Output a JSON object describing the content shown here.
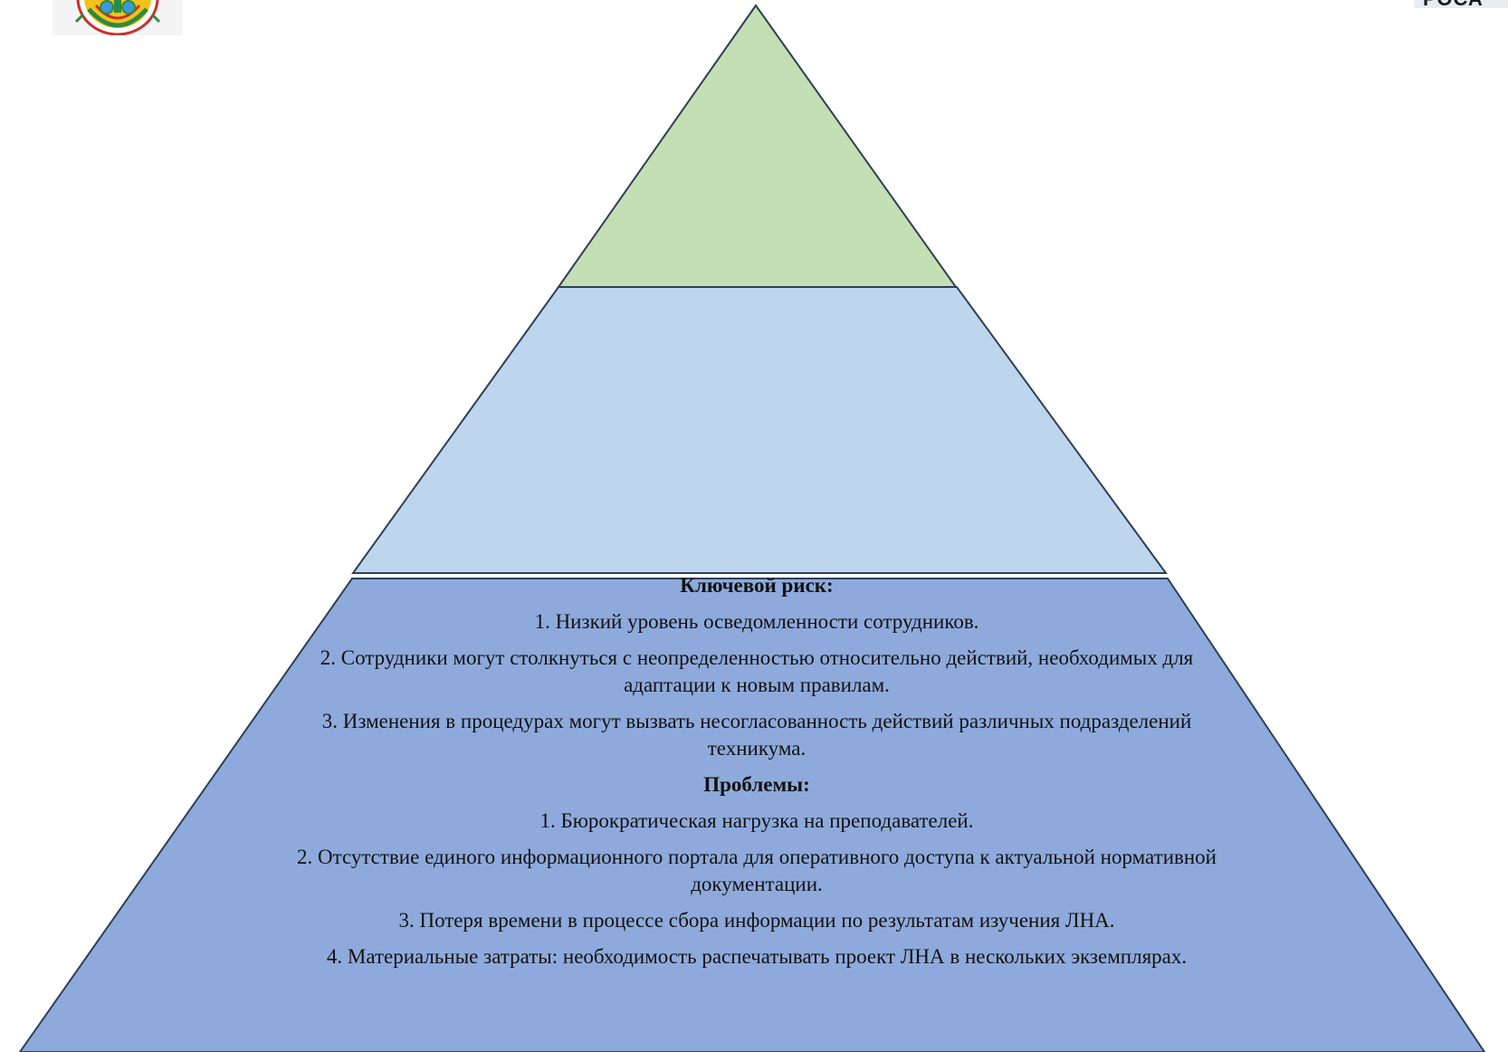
{
  "badge": {
    "text": "РОСА"
  },
  "pyramid": {
    "colors": {
      "top": "#c4dfb3",
      "middle": "#bdd6ee",
      "bottom": "#8eaadc",
      "stroke": "#2e3f55"
    },
    "top_tier": {},
    "middle_tier": {},
    "bottom_tier": {
      "risk_heading": "Ключевой риск:",
      "risks": [
        "1. Низкий уровень осведомленности сотрудников.",
        "2. Сотрудники могут столкнуться с неопределенностью относительно действий, необходимых для адаптации к новым правилам.",
        "3. Изменения в процедурах могут вызвать несогласованность действий различных подразделений техникума."
      ],
      "problems_heading": "Проблемы:",
      "problems": [
        "1. Бюрократическая нагрузка на преподавателей.",
        "2. Отсутствие единого информационного портала для оперативного доступа к актуальной нормативной документации.",
        "3. Потеря времени в процессе сбора информации по результатам изучения ЛНА.",
        "4. Материальные затраты: необходимость распечатывать проект ЛНА в нескольких экземплярах."
      ]
    }
  }
}
